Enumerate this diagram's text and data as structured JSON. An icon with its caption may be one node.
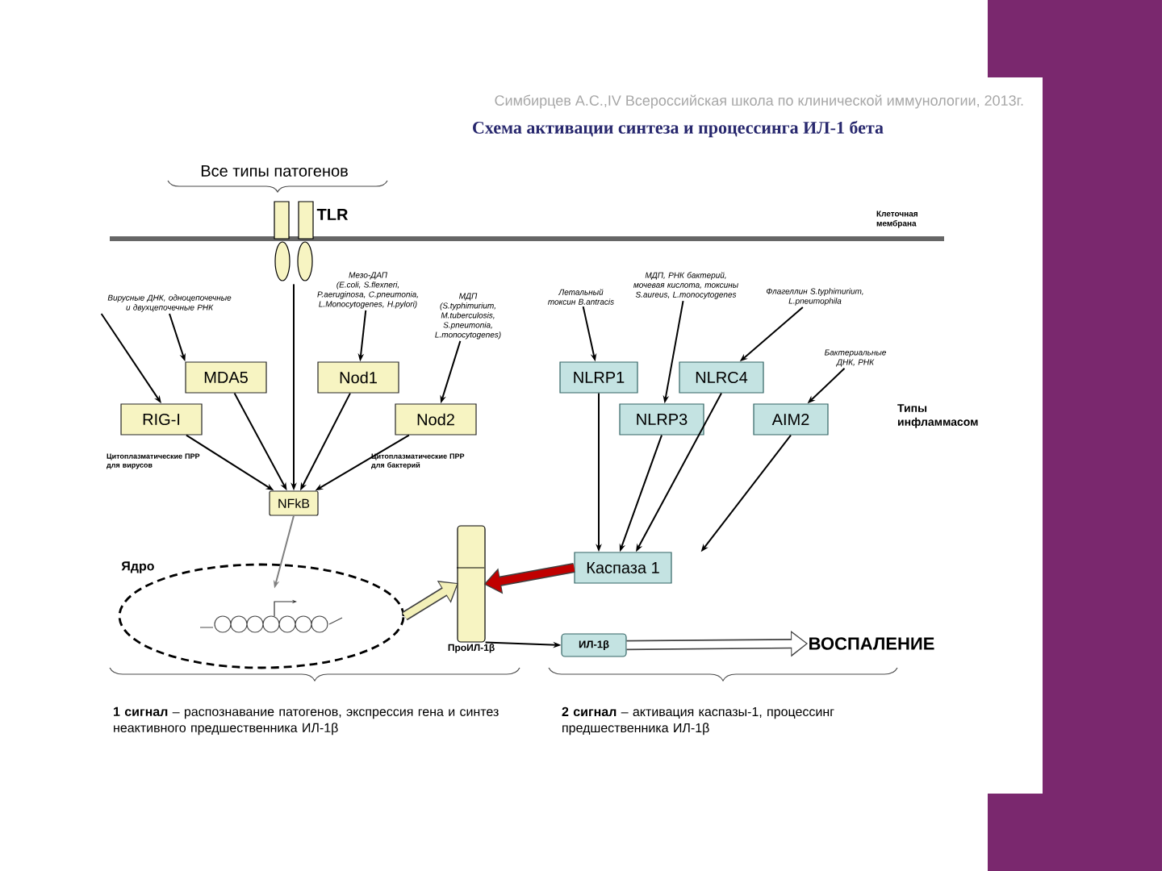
{
  "diagram": {
    "title": "Схема активации синтеза и процессинга ИЛ-1 бета",
    "nodes": [
      {
        "text": [],
        "shape": "receptor",
        "beside": [
          "TLR"
        ]
      },
      {
        "text": [
          "Вирусные ДНК, одноцепочечные и двухцепочечные РНК"
        ]
      },
      {
        "text": [
          "Мезо-ДАП",
          "(E.coli, S.flexneri, P.aeruginosa, C.pneumonia, L.Monocytogenes, H.pylori)"
        ]
      },
      {
        "text": [
          "МДП",
          "(S.typhimurium, M.tuberculosis, S.pneumonia, L.monocytogenes)"
        ]
      },
      {
        "text": [
          "Летальный токсин B.antracis"
        ]
      },
      {
        "text": [
          "МДП, РНК бактерий, мочевая кислота, токсины S.aureus, L.monocytogenes"
        ]
      },
      {
        "text": [
          "Флагеллин S.typhimurium, L.pneumophila"
        ]
      },
      {
        "text": [
          "Бактериальные ДНК, РНК"
        ]
      },
      {
        "text": [
          "MDA5"
        ]
      },
      {
        "text": [
          "RIG-I"
        ]
      },
      {
        "text": [
          "Nod1"
        ]
      },
      {
        "text": [
          "Nod2"
        ]
      },
      {
        "text": [
          "NLRP1"
        ]
      },
      {
        "text": [
          "NLRC4"
        ]
      },
      {
        "text": [
          "NLRP3"
        ]
      },
      {
        "text": [
          "AIM2"
        ]
      },
      {
        "text": [
          "NFkB"
        ]
      },
      {
        "text": [
          "Ядро"
        ]
      },
      {
        "text": [],
        "shape": "coil",
        "in": 17
      },
      {
        "text": [],
        "shape": "bar",
        "beside": [
          "ПроИЛ-1β"
        ]
      },
      {
        "text": [
          "Каспаза 1"
        ]
      },
      {
        "text": [
          "ИЛ-1β"
        ]
      },
      {
        "text": [
          "ВОСПАЛЕНИЕ"
        ]
      }
    ],
    "edges": [
      {
        "from": 1,
        "to": 8,
        "arrow": "to"
      },
      {
        "from": 1,
        "to": 9,
        "arrow": "to"
      },
      {
        "from": 2,
        "to": 10,
        "arrow": "to"
      },
      {
        "from": 3,
        "to": 11,
        "arrow": "to"
      },
      {
        "from": 4,
        "to": 12,
        "arrow": "to"
      },
      {
        "from": 5,
        "to": 14,
        "arrow": "to"
      },
      {
        "from": 6,
        "to": 13,
        "arrow": "to"
      },
      {
        "from": 7,
        "to": 15,
        "arrow": "to"
      },
      {
        "from": 0,
        "to": 16,
        "arrow": "to"
      },
      {
        "from": 8,
        "to": 16,
        "arrow": "to"
      },
      {
        "from": 9,
        "to": 16,
        "arrow": "to"
      },
      {
        "from": 10,
        "to": 16,
        "arrow": "to"
      },
      {
        "from": 11,
        "to": 16,
        "arrow": "to"
      },
      {
        "from": 16,
        "to": 18,
        "arrow": "to",
        "color": "#808080"
      },
      {
        "from": 17,
        "to": 19,
        "arrow": "to",
        "style": "thick",
        "color": "#f3f0b8"
      },
      {
        "from": 20,
        "to": 19,
        "arrow": "to",
        "style": "thick",
        "color": "#c00000"
      },
      {
        "from": 19,
        "to": 21,
        "arrow": "to"
      },
      {
        "from": 21,
        "to": 22,
        "arrow": "to",
        "style": "thick",
        "color": "#ffffff"
      },
      {
        "from": 12,
        "to": 20,
        "arrow": "to"
      },
      {
        "from": 14,
        "to": 20,
        "arrow": "to"
      },
      {
        "from": 13,
        "to": 20,
        "arrow": "to"
      },
      {
        "from": 15,
        "to": 20,
        "arrow": "to"
      }
    ],
    "labels": [
      "Симбирцев А.С.,IV Всероссийская школа по клинической иммунологии, 2013г.",
      "Все типы патогенов",
      "Клеточная мембрана",
      "Цитоплазматические ПРР для вирусов",
      "Цитоплазматические ПРР для бактерий",
      "Типы инфламмасом",
      "**1 сигнал** – распознавание патогенов, экспрессия гена и синтез неактивного предшественника ИЛ-1β",
      "**2 сигнал** – активация каспазы-1, процессинг предшественника ИЛ-1β"
    ]
  }
}
